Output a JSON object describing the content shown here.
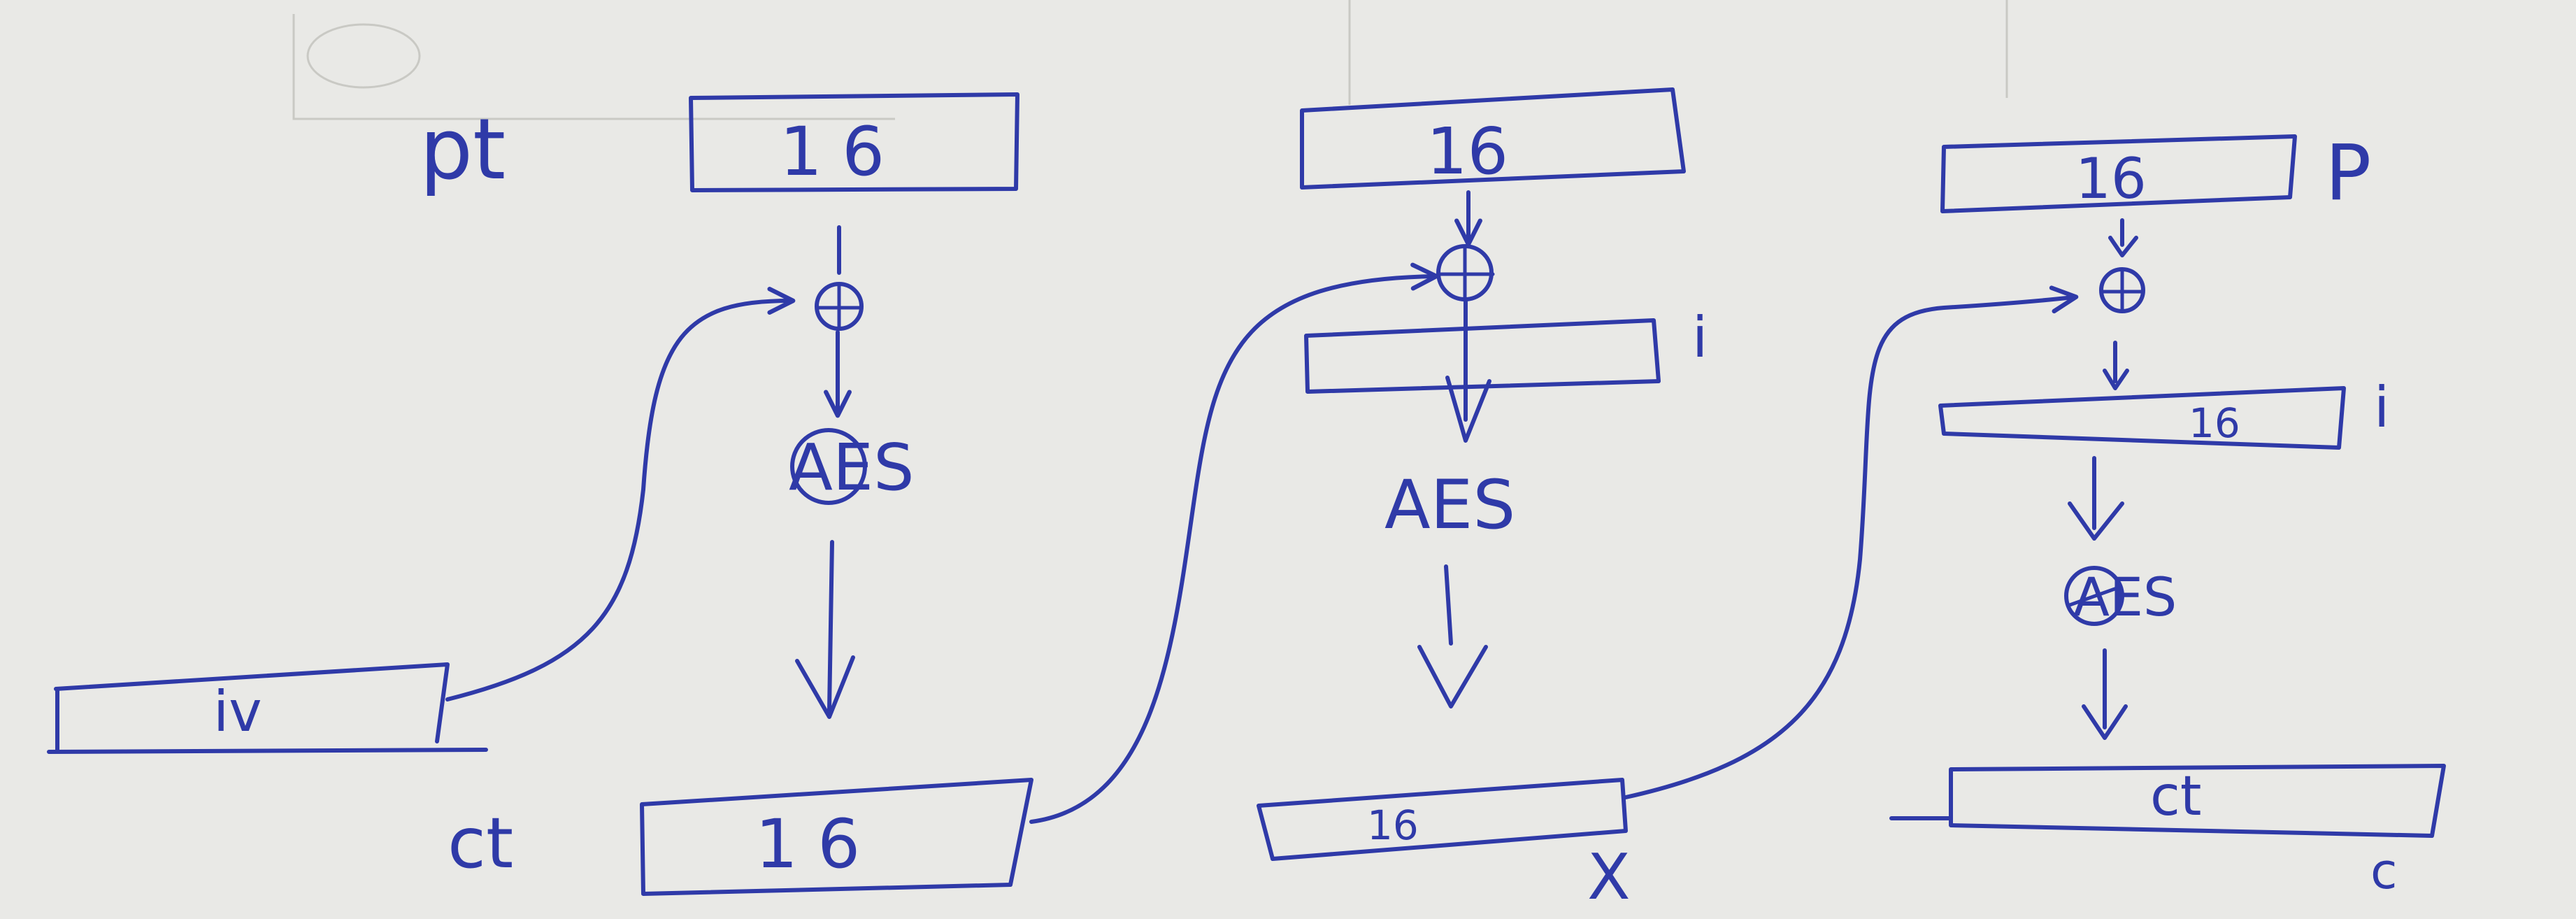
{
  "ink_color": "#2f3aa8",
  "paper_color": "#e9e9e6",
  "labels": {
    "pt": "pt",
    "ct": "ct",
    "p": "P",
    "i_block2": "i",
    "i_block3": "i",
    "x": "X",
    "c": "c"
  },
  "block1": {
    "plaintext": "16",
    "cipher_label": "AES",
    "ciphertext": "16",
    "iv": "iv"
  },
  "block2": {
    "plaintext": "16",
    "cipher_label": "AES",
    "output": "16"
  },
  "block3": {
    "plaintext": "16",
    "middle": "16",
    "cipher_label": "AES",
    "output": "ct"
  },
  "icons": [
    "xor-icon",
    "arrow-icon"
  ]
}
